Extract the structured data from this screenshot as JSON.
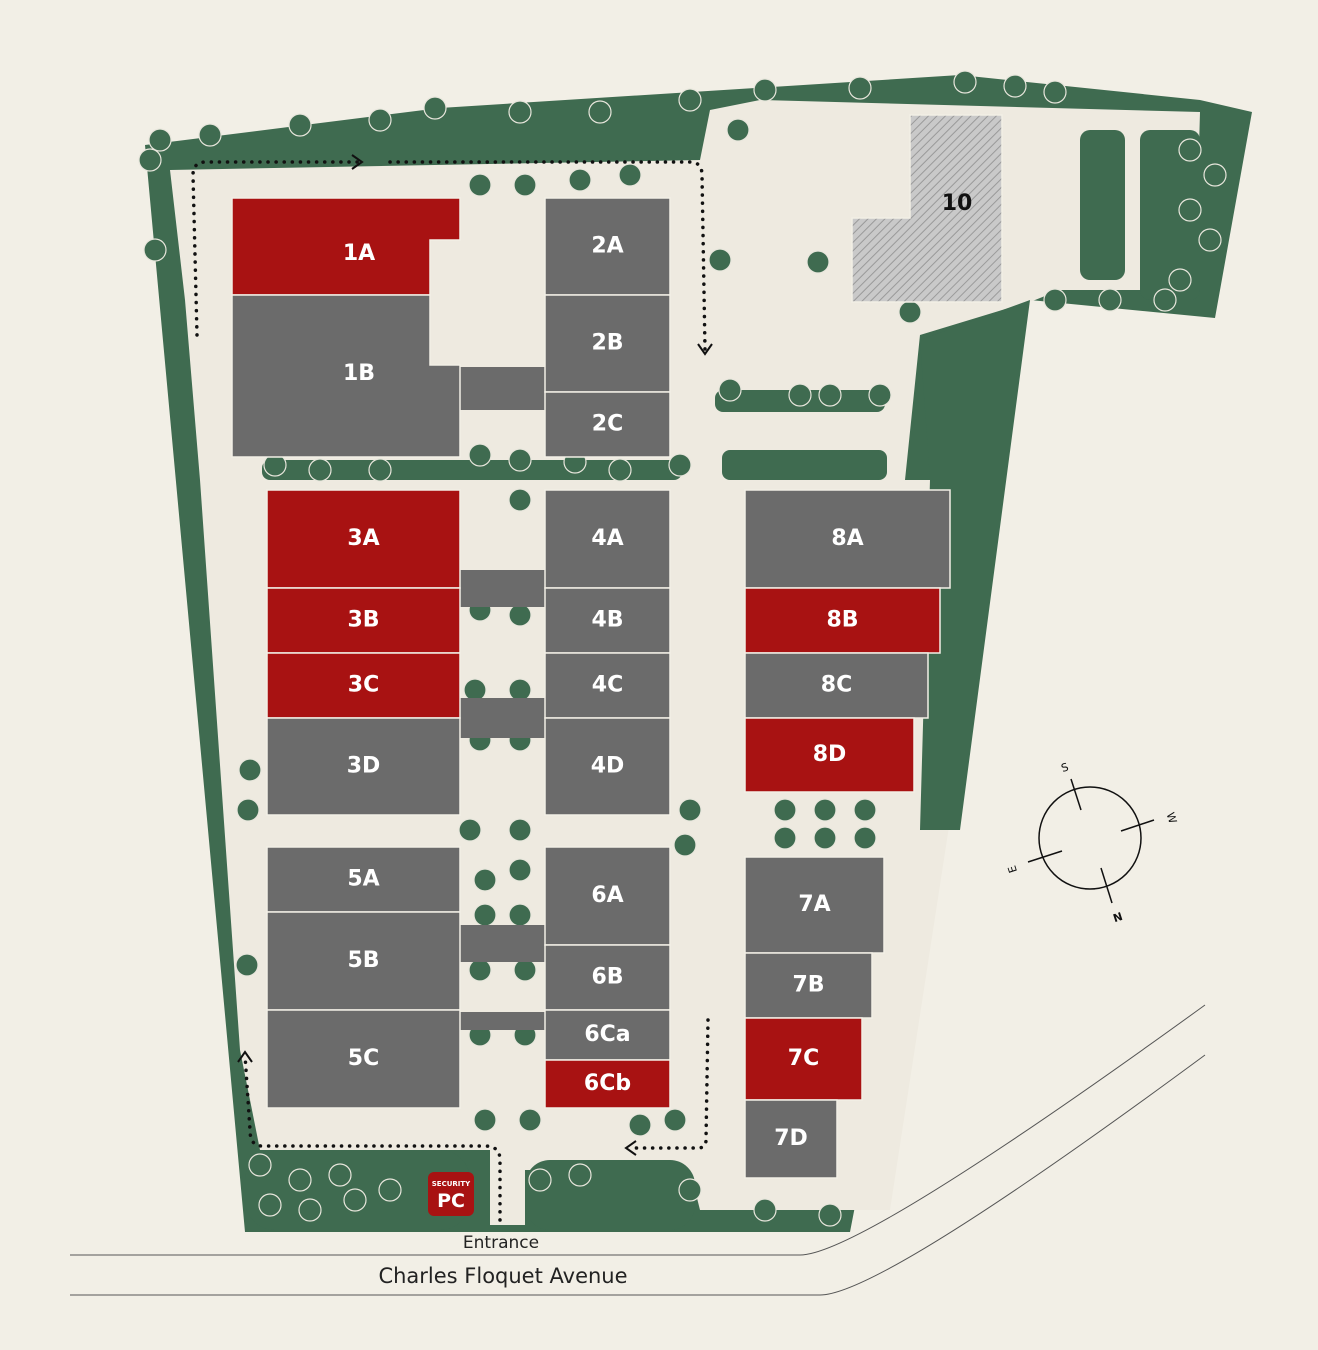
{
  "colors": {
    "background": "#f2efe6",
    "green": "#3f6b50",
    "available": "#a81212",
    "occupied": "#6b6b6b",
    "path": "#eeeae0"
  },
  "buildings": [
    {
      "id": "1A",
      "status": "available"
    },
    {
      "id": "1B",
      "status": "occupied"
    },
    {
      "id": "2A",
      "status": "occupied"
    },
    {
      "id": "2B",
      "status": "occupied"
    },
    {
      "id": "2C",
      "status": "occupied"
    },
    {
      "id": "3A",
      "status": "available"
    },
    {
      "id": "3B",
      "status": "available"
    },
    {
      "id": "3C",
      "status": "available"
    },
    {
      "id": "3D",
      "status": "occupied"
    },
    {
      "id": "4A",
      "status": "occupied"
    },
    {
      "id": "4B",
      "status": "occupied"
    },
    {
      "id": "4C",
      "status": "occupied"
    },
    {
      "id": "4D",
      "status": "occupied"
    },
    {
      "id": "5A",
      "status": "occupied"
    },
    {
      "id": "5B",
      "status": "occupied"
    },
    {
      "id": "5C",
      "status": "occupied"
    },
    {
      "id": "6A",
      "status": "occupied"
    },
    {
      "id": "6B",
      "status": "occupied"
    },
    {
      "id": "6Ca",
      "status": "occupied"
    },
    {
      "id": "6Cb",
      "status": "available"
    },
    {
      "id": "7A",
      "status": "occupied"
    },
    {
      "id": "7B",
      "status": "occupied"
    },
    {
      "id": "7C",
      "status": "available"
    },
    {
      "id": "7D",
      "status": "occupied"
    },
    {
      "id": "8A",
      "status": "occupied"
    },
    {
      "id": "8B",
      "status": "available"
    },
    {
      "id": "8C",
      "status": "occupied"
    },
    {
      "id": "8D",
      "status": "available"
    },
    {
      "id": "10",
      "status": "hatched"
    }
  ],
  "security": {
    "top": "SECURITY",
    "main": "PC"
  },
  "entrance_label": "Entrance",
  "street_label": "Charles Floquet Avenue",
  "compass": {
    "n": "N",
    "s": "S",
    "e": "E",
    "w": "W"
  }
}
